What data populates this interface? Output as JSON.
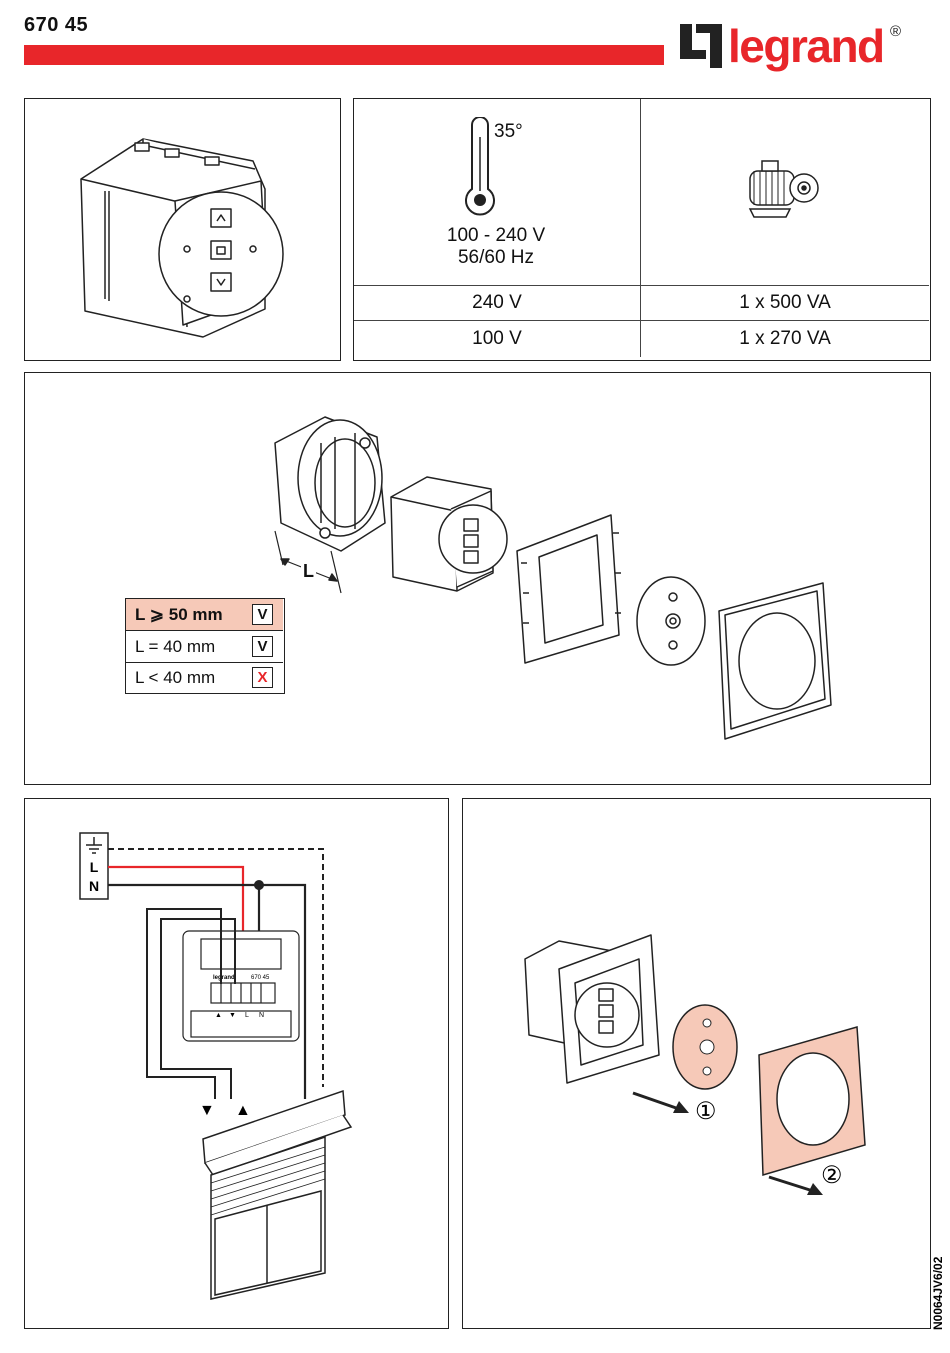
{
  "header": {
    "ref": "670 45",
    "brand": "legrand",
    "registered": "®"
  },
  "specs": {
    "temperature": "35°",
    "voltage_range": "100 - 240 V",
    "frequency": "56/60 Hz",
    "rows": [
      {
        "voltage": "240 V",
        "load": "1 x 500 VA"
      },
      {
        "voltage": "100 V",
        "load": "1 x 270 VA"
      }
    ]
  },
  "install": {
    "length_label": "L",
    "length_table": [
      {
        "label": "L ⩾ 50 mm",
        "mark": "V",
        "highlight": true
      },
      {
        "label": "L = 40 mm",
        "mark": "V",
        "highlight": false
      },
      {
        "label": "L < 40 mm",
        "mark": "X",
        "highlight": false
      }
    ]
  },
  "wiring": {
    "supply_labels": [
      "L",
      "N"
    ],
    "terminal_labels": [
      "▲",
      "▼",
      "L",
      "N"
    ],
    "module_brand": "legrand",
    "module_ref": "670 45",
    "direction_down": "▼",
    "direction_up": "▲"
  },
  "removal": {
    "step1": "①",
    "step2": "②"
  },
  "footer": {
    "doc_id": "N0064JV6/02"
  },
  "colors": {
    "accent": "#e8262a",
    "highlight": "#f6c9b8"
  }
}
